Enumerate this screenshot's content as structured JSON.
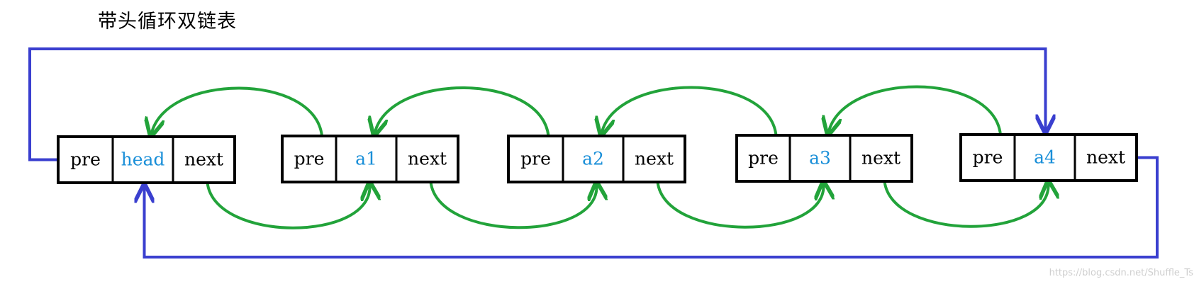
{
  "title": "带头循环双链表",
  "watermark": "https://blog.csdn.net/Shuffle_Ts",
  "colors": {
    "box_border": "#000000",
    "field_text": "#000000",
    "value_text": "#1a8fd8",
    "green_arrow": "#22a33a",
    "blue_arrow": "#3a3fcf",
    "watermark": "#cfcfcf"
  },
  "nodes": [
    {
      "pre": "pre",
      "value": "head",
      "next": "next"
    },
    {
      "pre": "pre",
      "value": "a1",
      "next": "next"
    },
    {
      "pre": "pre",
      "value": "a2",
      "next": "next"
    },
    {
      "pre": "pre",
      "value": "a3",
      "next": "next"
    },
    {
      "pre": "pre",
      "value": "a4",
      "next": "next"
    }
  ]
}
